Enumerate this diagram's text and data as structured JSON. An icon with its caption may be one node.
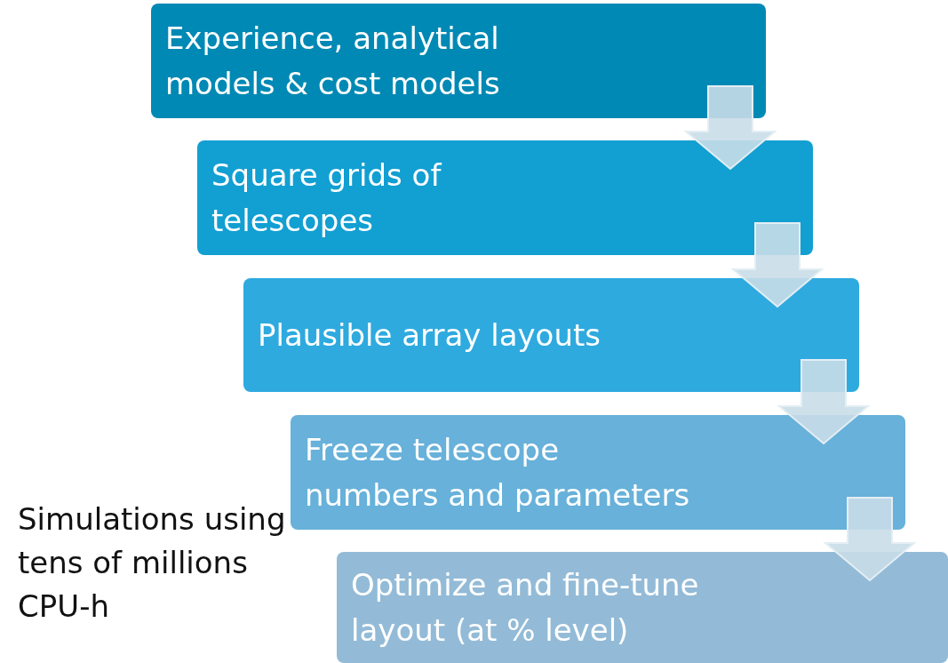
{
  "diagram": {
    "nodes": [
      {
        "text": [
          "Experience, analytical models & cost models"
        ]
      },
      {
        "text": [
          "Square grids of telescopes"
        ]
      },
      {
        "text": [
          "Plausible array layouts"
        ]
      },
      {
        "text": [
          "Freeze telescope numbers and parameters"
        ]
      },
      {
        "text": [
          "Optimize and fine-tune layout (at % level)"
        ]
      }
    ],
    "edges": [
      {
        "from": 0,
        "to": 1,
        "arrow": "to"
      },
      {
        "from": 1,
        "to": 2,
        "arrow": "to"
      },
      {
        "from": 2,
        "to": 3,
        "arrow": "to"
      },
      {
        "from": 3,
        "to": 4,
        "arrow": "to"
      }
    ],
    "labels": [
      "Simulations using tens of millions CPU-h"
    ]
  }
}
